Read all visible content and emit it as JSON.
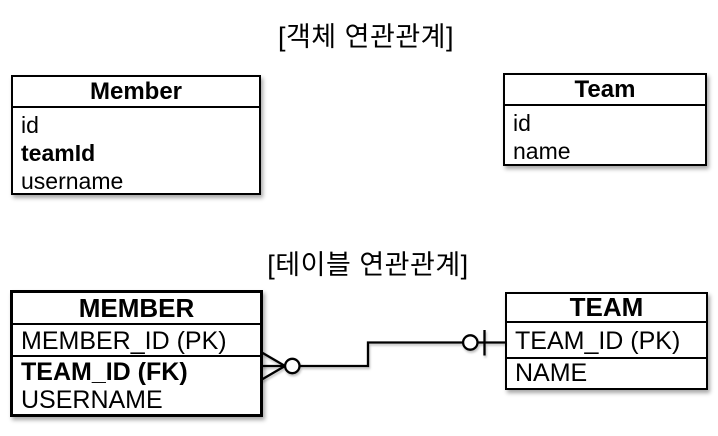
{
  "diagram": {
    "object_section": {
      "title": "[객체 연관관계]",
      "member": {
        "title": "Member",
        "fields": [
          {
            "name": "id",
            "bold": false
          },
          {
            "name": "teamId",
            "bold": true
          },
          {
            "name": "username",
            "bold": false
          }
        ]
      },
      "team": {
        "title": "Team",
        "fields": [
          {
            "name": "id",
            "bold": false
          },
          {
            "name": "name",
            "bold": false
          }
        ]
      }
    },
    "table_section": {
      "title": "[테이블 연관관계]",
      "member": {
        "title": "MEMBER",
        "fields": [
          {
            "name": "MEMBER_ID (PK)",
            "bold": false
          },
          {
            "name": "TEAM_ID (FK)",
            "bold": true
          },
          {
            "name": "USERNAME",
            "bold": false
          }
        ]
      },
      "team": {
        "title": "TEAM",
        "fields": [
          {
            "name": "TEAM_ID (PK)",
            "bold": false
          },
          {
            "name": "NAME",
            "bold": false
          }
        ]
      },
      "connector": {
        "member_end_notation": "many-optional (crow's foot + circle)",
        "team_end_notation": "one-optional (circle + bar)",
        "joins": "MEMBER.TEAM_ID (FK) — TEAM.TEAM_ID (PK)"
      }
    },
    "colors": {
      "background": "#ffffff",
      "box_fill": "#ffffff",
      "border": "#000000",
      "text": "#000000"
    }
  }
}
